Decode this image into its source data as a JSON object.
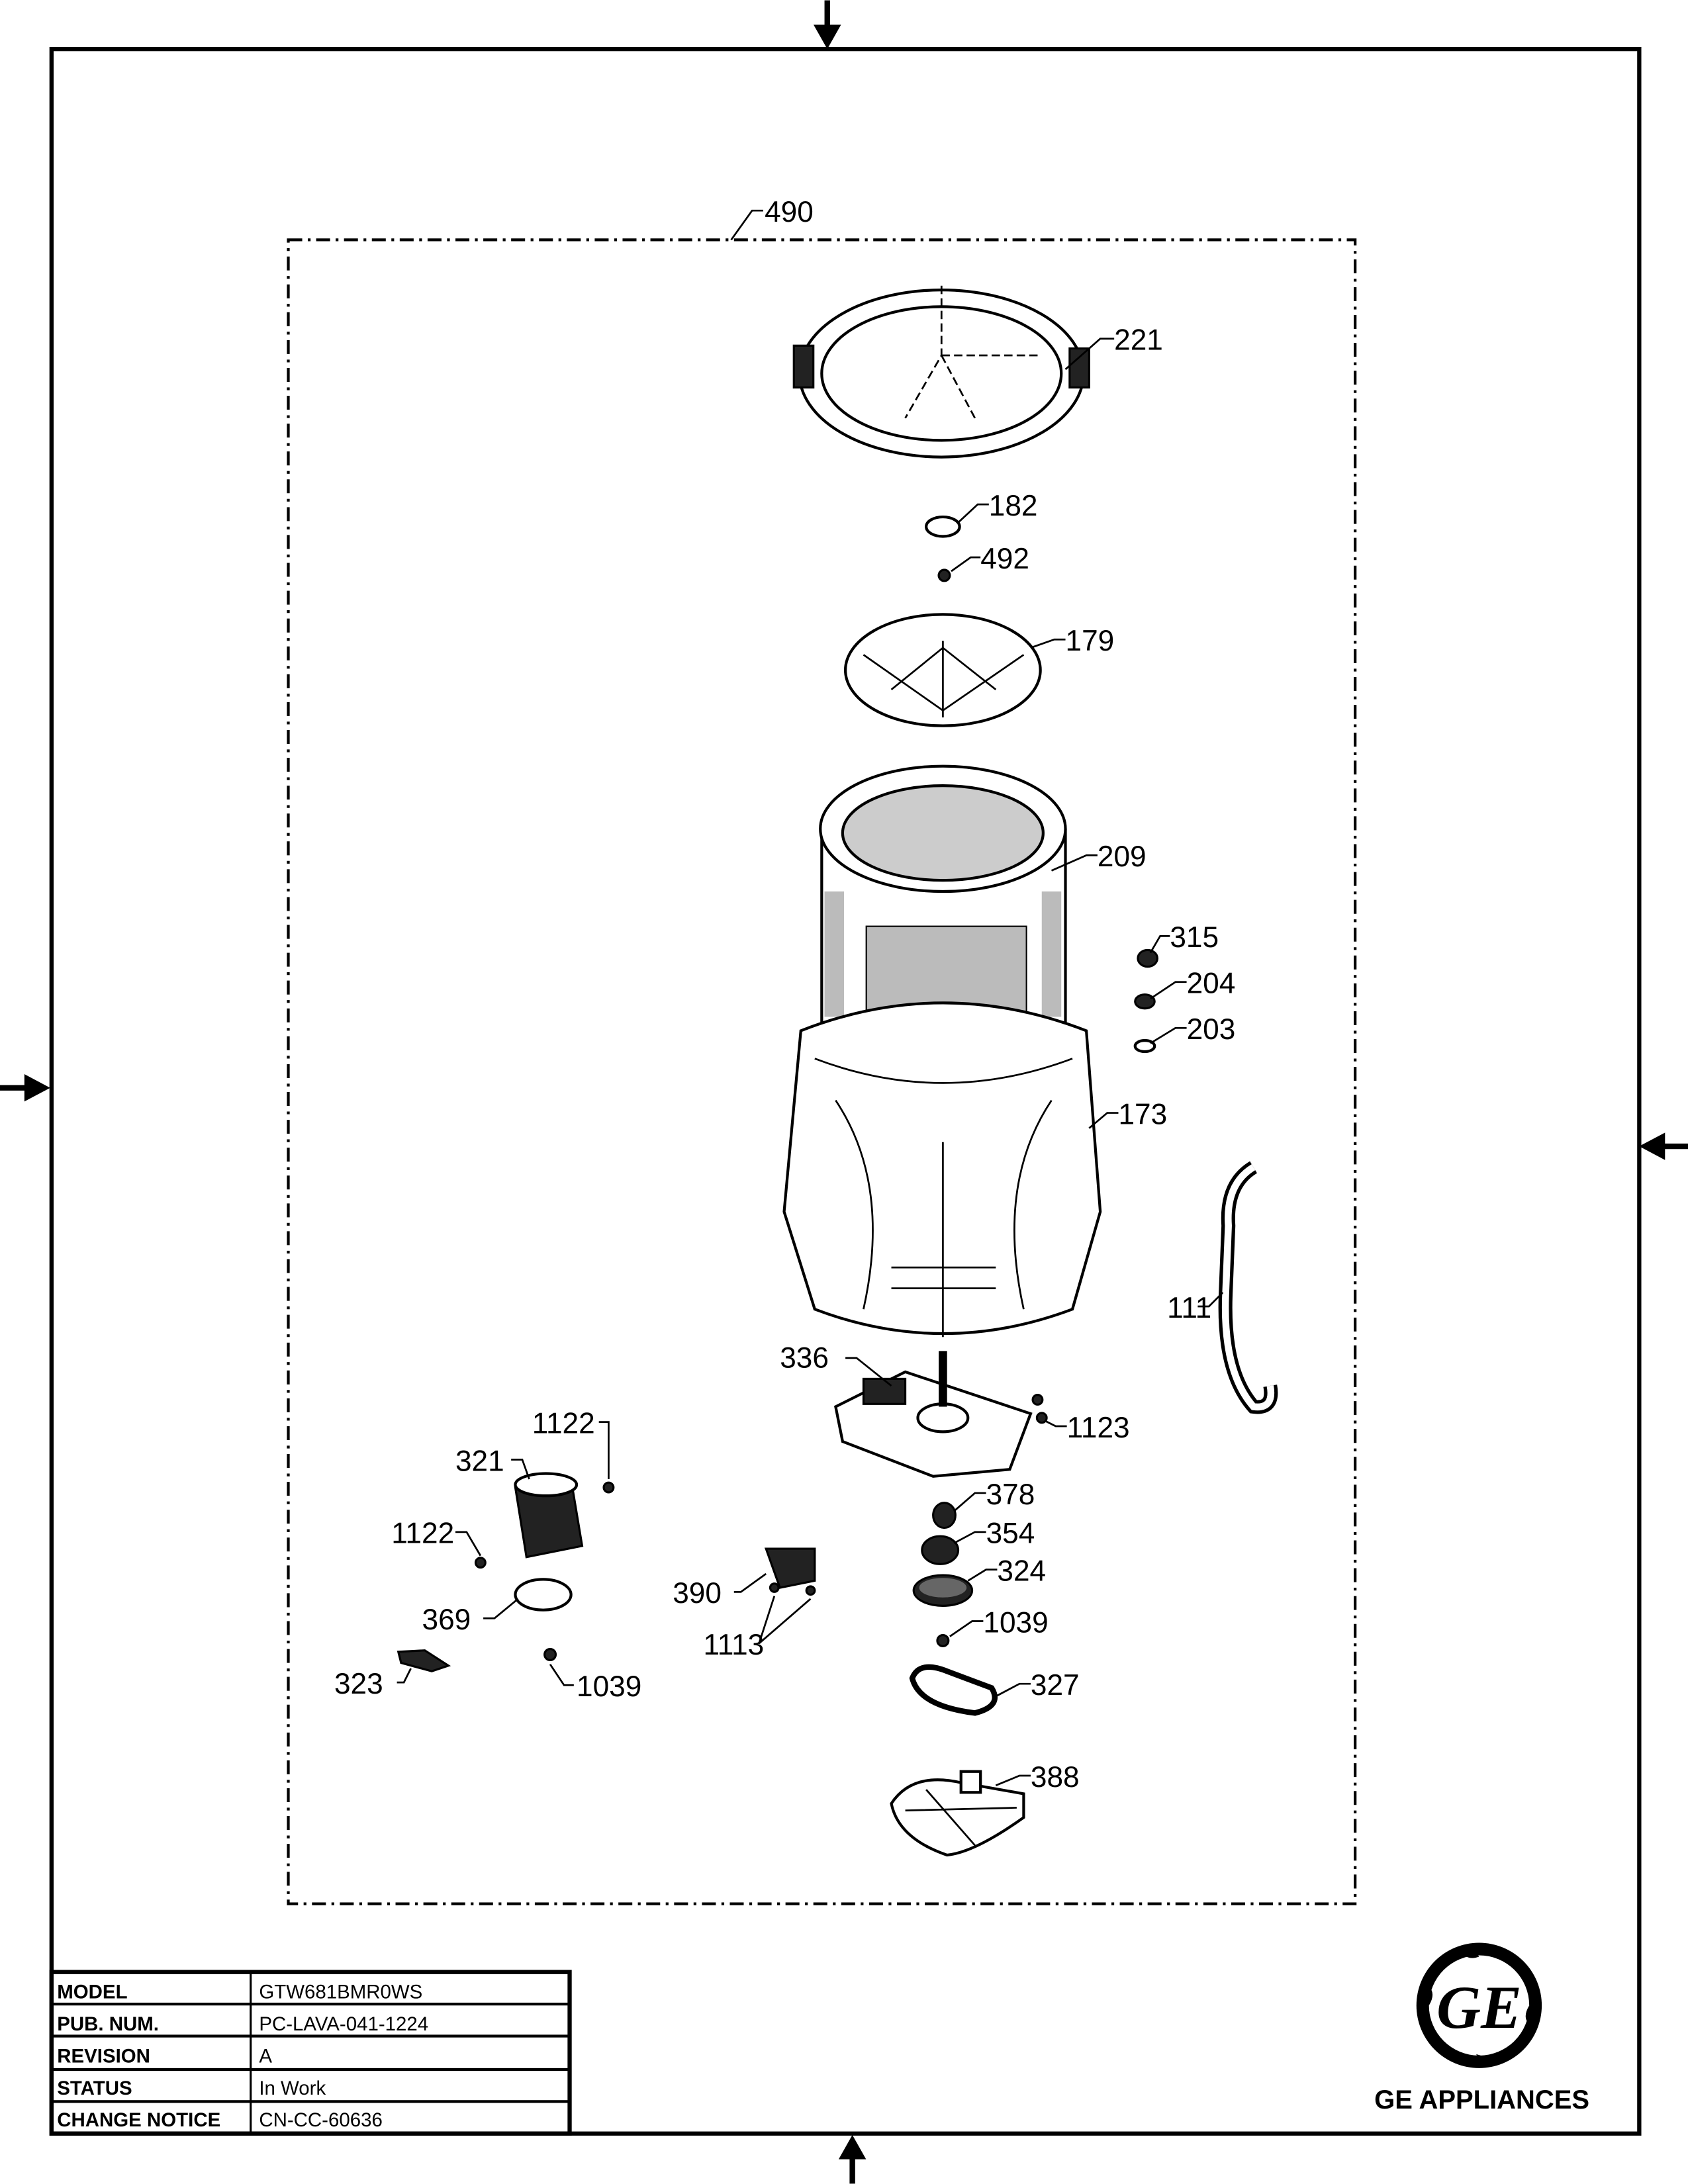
{
  "diagram": {
    "callouts": [
      "490",
      "221",
      "182",
      "492",
      "179",
      "209",
      "315",
      "204",
      "203",
      "173",
      "111",
      "336",
      "1123",
      "1122",
      "321",
      "1122",
      "378",
      "354",
      "324",
      "390",
      "1113",
      "1039",
      "369",
      "323",
      "1039",
      "327",
      "388"
    ]
  },
  "title_block": {
    "rows": [
      {
        "key": "MODEL",
        "value": "GTW681BMR0WS"
      },
      {
        "key": "PUB. NUM.",
        "value": "PC-LAVA-041-1224"
      },
      {
        "key": "REVISION",
        "value": "A"
      },
      {
        "key": "STATUS",
        "value": "In Work"
      },
      {
        "key": "CHANGE NOTICE",
        "value": "CN-CC-60636"
      }
    ]
  },
  "brand": {
    "name": "GE APPLIANCES",
    "logo_text": "GE"
  }
}
